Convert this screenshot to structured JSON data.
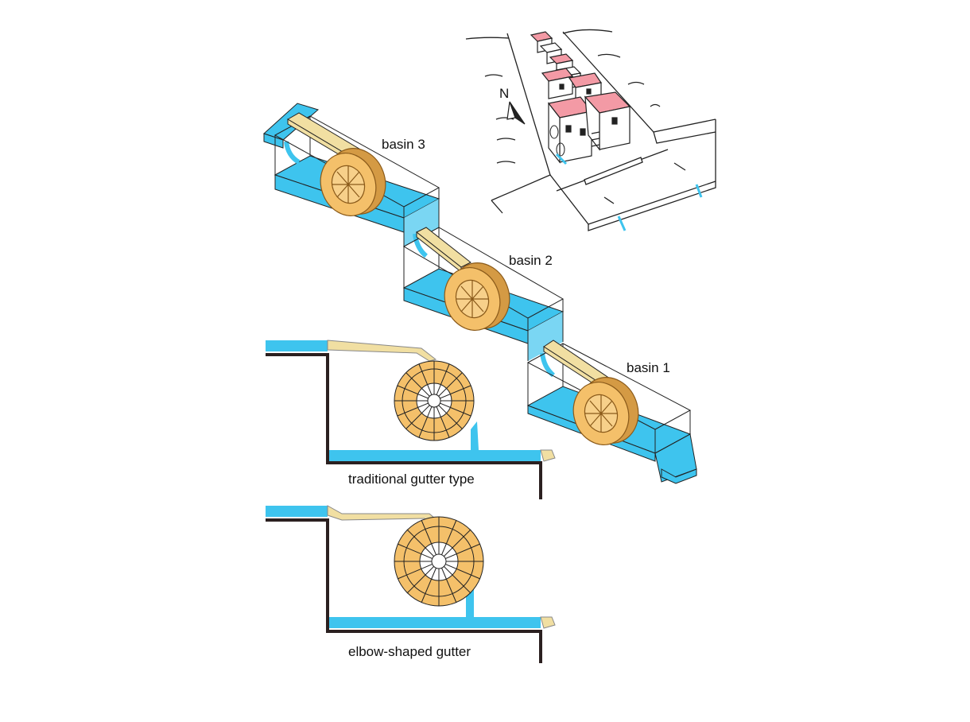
{
  "labels": {
    "basin_3": "basin 3",
    "basin_2": "basin 2",
    "basin_1": "basin 1",
    "traditional": "traditional gutter type",
    "elbow": "elbow-shaped gutter",
    "north": "N"
  },
  "colors": {
    "water": "#3ec4ee",
    "wheel_fill": "#f4c06a",
    "wheel_dark": "#b8842e",
    "gutter": "#f1dfa2",
    "wall": "#2b2020",
    "roof": "#f39aa5",
    "outline": "#222222"
  }
}
